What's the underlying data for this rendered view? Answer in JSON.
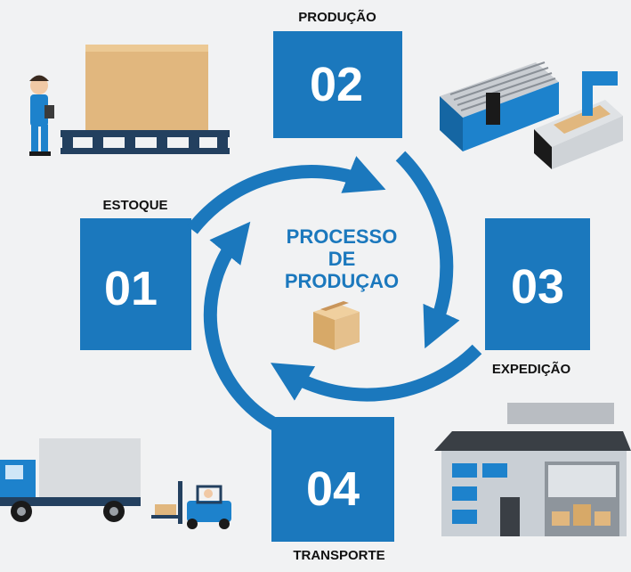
{
  "colors": {
    "blue": "#1b78bd",
    "background": "#f1f2f3",
    "text": "#111111",
    "box": "#e5c08c"
  },
  "center": {
    "line1": "PROCESSO",
    "line2": "DE",
    "line3": "PRODUÇAO"
  },
  "steps": [
    {
      "number": "01",
      "label": "ESTOQUE"
    },
    {
      "number": "02",
      "label": "PRODUÇÃO"
    },
    {
      "number": "03",
      "label": "EXPEDIÇÃO"
    },
    {
      "number": "04",
      "label": "TRANSPORTE"
    }
  ]
}
